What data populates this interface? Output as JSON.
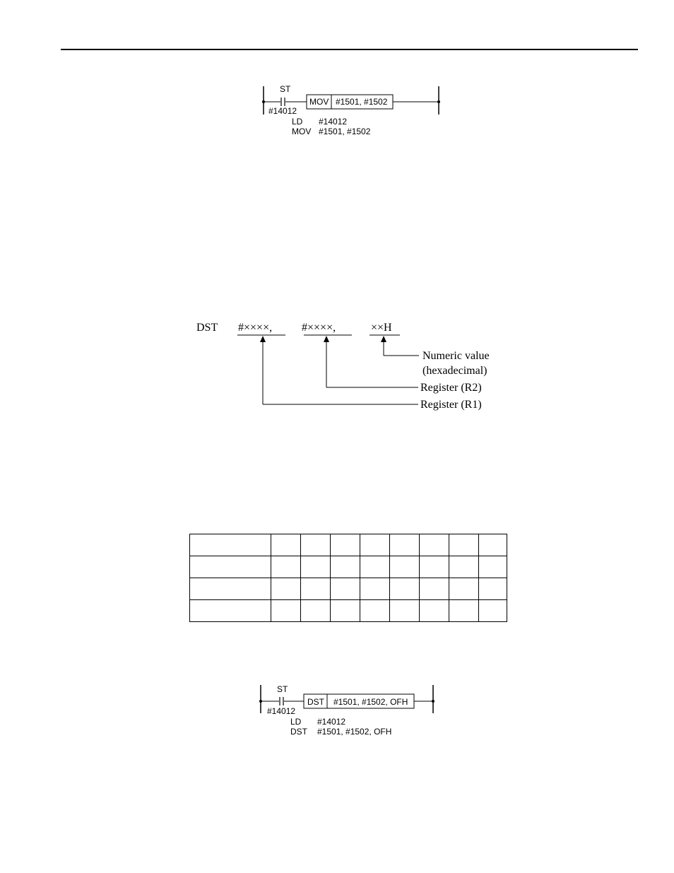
{
  "figure1": {
    "contact_label": "ST",
    "contact_address": "#14012",
    "instruction": "MOV",
    "operands": "#1501, #1502",
    "listing": [
      {
        "op": "LD",
        "arg": "#14012"
      },
      {
        "op": "MOV",
        "arg": "#1501, #1502"
      }
    ]
  },
  "format": {
    "instruction": "DST",
    "operand1": "#××××,",
    "operand2": "#××××,",
    "operand3": "××H",
    "label_numeric": "Numeric value",
    "label_numeric_sub": "(hexadecimal)",
    "label_r2": "Register (R2)",
    "label_r1": "Register (R1)"
  },
  "table": {
    "rows": 4,
    "data_columns": 8
  },
  "figure2": {
    "contact_label": "ST",
    "contact_address": "#14012",
    "instruction": "DST",
    "operands": "#1501, #1502, OFH",
    "listing": [
      {
        "op": "LD",
        "arg": "#14012"
      },
      {
        "op": "DST",
        "arg": "#1501, #1502, OFH"
      }
    ]
  }
}
